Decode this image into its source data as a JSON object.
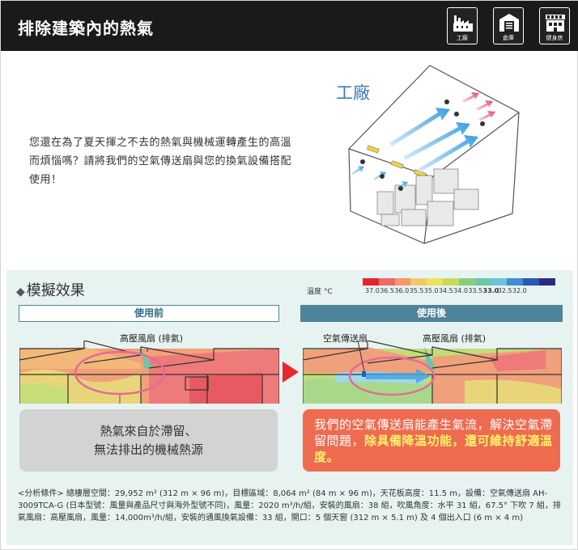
{
  "header": {
    "title": "排除建築內的熱氣",
    "icons": [
      {
        "name": "factory-icon",
        "label": "工廠"
      },
      {
        "name": "warehouse-icon",
        "label": "倉庫"
      },
      {
        "name": "gym-icon",
        "label": "健身房"
      }
    ]
  },
  "intro": {
    "text": "您還在為了夏天揮之不去的熱氣與機械運轉產生的高溫而煩惱嗎？請將我們的空氣傳送扇與您的換氣設備搭配使用！"
  },
  "illustration": {
    "label": "工廠"
  },
  "simulation": {
    "title": "模擬效果",
    "legend_label": "溫度 °C",
    "legend": {
      "colors": [
        "#e3242b",
        "#ef6a6a",
        "#f39a6a",
        "#f1c96a",
        "#e9e45a",
        "#c2dc5e",
        "#8ccd7a",
        "#6cc6a8",
        "#6ec1df",
        "#3f8fd1",
        "#2b58b5",
        "#2a2b80"
      ],
      "values": [
        "37.0",
        "36.5",
        "36.0",
        "35.5",
        "35.0",
        "34.5",
        "34.0",
        "33.5",
        "33.0",
        "32.5",
        "32.0"
      ]
    },
    "before": {
      "header": "使用前",
      "callout": "高壓風扇 (排氣)",
      "message_line1": "熱氣來自於滯留、",
      "message_line2": "無法排出的機械熱源"
    },
    "after": {
      "header": "使用後",
      "callout_left": "空氣傳送扇",
      "callout_right": "高壓風扇 (排氣)",
      "message_part1": "我們的空氣傳送扇能產生氣流，解決空氣滯留問題，",
      "message_highlight": "除具備降溫功能，還可維持舒適溫度。"
    }
  },
  "conditions": {
    "text": "<分析條件> 總樓層空間：29,952 m² (312 m × 96 m)，目標區域：8,064 m² (84 m × 96 m)，天花板高度：11.5 m，設備：空氣傳送扇 AH-3009TCA-G (日本型號：風量與產品尺寸與海外型號不同)，風量：2020 m³/h/組，安裝的風扇：38 組，吹風角度：水平 31 組，67.5° 下吹 7 組，排氣風扇：高壓風扇，風量：14,000m³/h/組，安裝的通風換氣設備：33 組，開口：5 個天窗 (312 m × 5.1 m) 及 4 個出入口 (6 m × 4 m)"
  }
}
